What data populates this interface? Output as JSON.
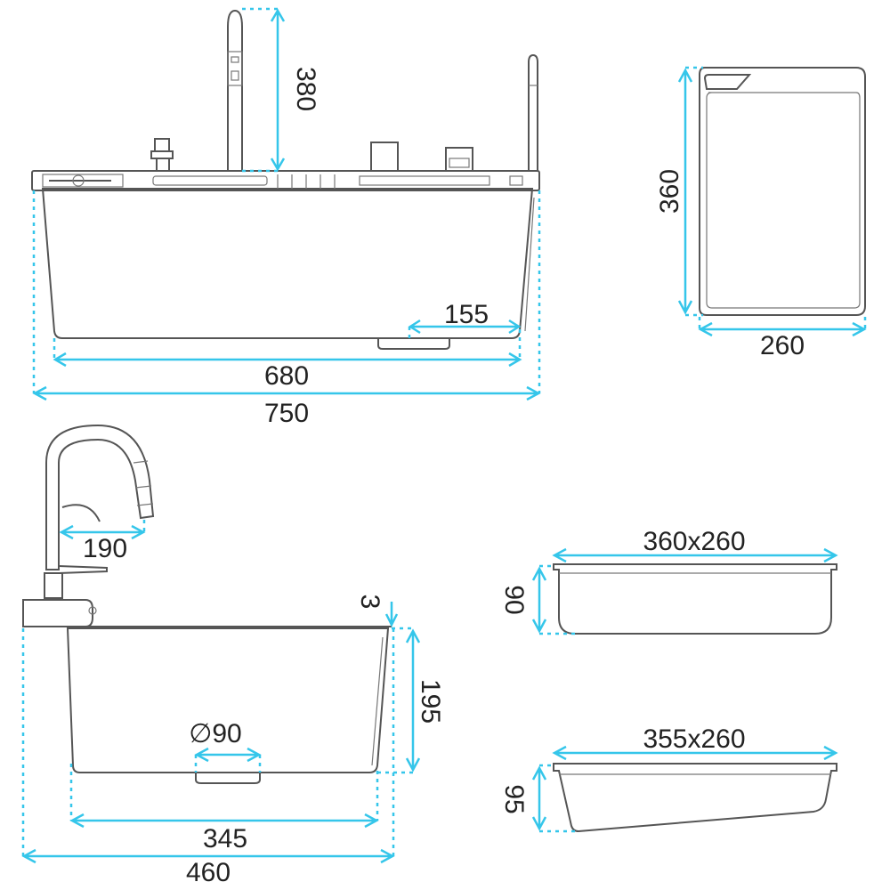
{
  "dimensions": {
    "faucet_height": "380",
    "sink_inner_width": "680",
    "sink_outer_width": "750",
    "drain_offset": "155",
    "board_height": "360",
    "board_width": "260",
    "faucet_reach": "190",
    "lip_thickness": "3",
    "bowl_depth": "195",
    "drain_diameter": "∅90",
    "side_inner_width": "345",
    "side_outer_width": "460",
    "basket1_size": "360x260",
    "basket1_depth": "90",
    "basket2_size": "355x260",
    "basket2_depth": "95"
  },
  "colors": {
    "dimension": "#35c6ea",
    "outline": "#555555",
    "fill": "#f6f6f6"
  }
}
